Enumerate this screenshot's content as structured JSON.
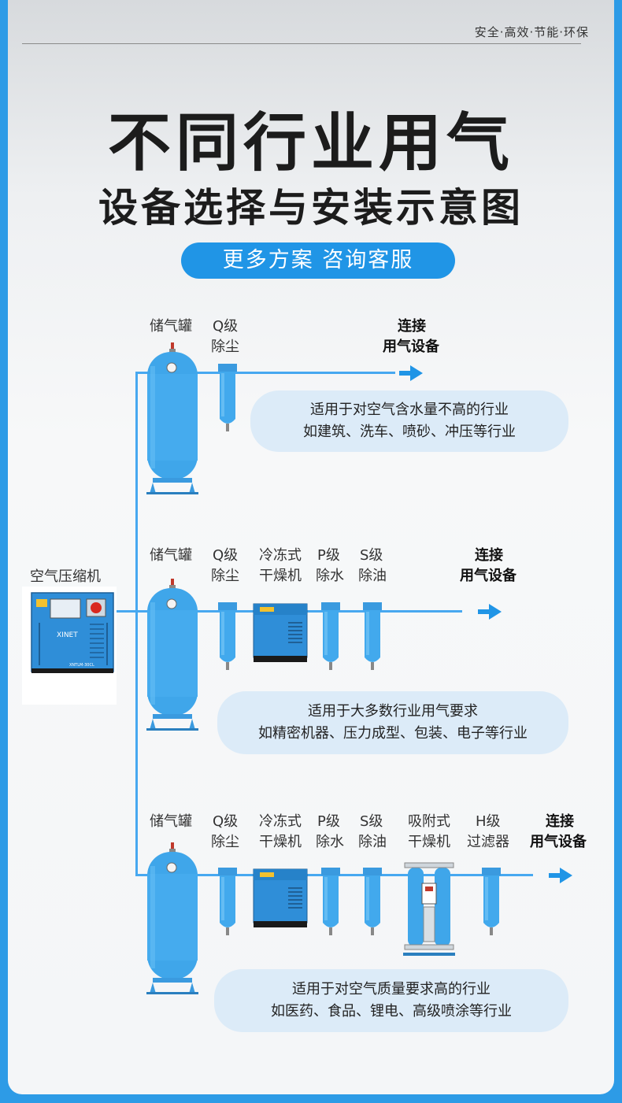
{
  "header": {
    "slogan": "安全·高效·节能·环保",
    "title_line1": "不同行业用气",
    "title_line2": "设备选择与安装示意图",
    "cta_label": "更多方案 咨询客服"
  },
  "compressor": {
    "label": "空气压缩机",
    "brand": "XINET",
    "model": "XNTLM-30CL"
  },
  "rows": [
    {
      "labels": {
        "tank": "储气罐",
        "q_top": "Q级",
        "q_bot": "除尘",
        "connect_top": "连接",
        "connect_bot": "用气设备"
      },
      "note_line1": "适用于对空气含水量不高的行业",
      "note_line2": "如建筑、洗车、喷砂、冲压等行业"
    },
    {
      "labels": {
        "tank": "储气罐",
        "q_top": "Q级",
        "q_bot": "除尘",
        "dryer_top": "冷冻式",
        "dryer_bot": "干燥机",
        "p_top": "P级",
        "p_bot": "除水",
        "s_top": "S级",
        "s_bot": "除油",
        "connect_top": "连接",
        "connect_bot": "用气设备"
      },
      "note_line1": "适用于大多数行业用气要求",
      "note_line2": "如精密机器、压力成型、包装、电子等行业"
    },
    {
      "labels": {
        "tank": "储气罐",
        "q_top": "Q级",
        "q_bot": "除尘",
        "dryer_top": "冷冻式",
        "dryer_bot": "干燥机",
        "p_top": "P级",
        "p_bot": "除水",
        "s_top": "S级",
        "s_bot": "除油",
        "ads_top": "吸附式",
        "ads_bot": "干燥机",
        "h_top": "H级",
        "h_bot": "过滤器",
        "connect_top": "连接",
        "connect_bot": "用气设备"
      },
      "note_line1": "适用于对空气质量要求高的行业",
      "note_line2": "如医药、食品、锂电、高级喷涂等行业"
    }
  ],
  "colors": {
    "accent": "#2095e6",
    "pipe": "#47a8f0",
    "equipment": "#3fa6ea",
    "note_bg": "#dcebf8"
  }
}
